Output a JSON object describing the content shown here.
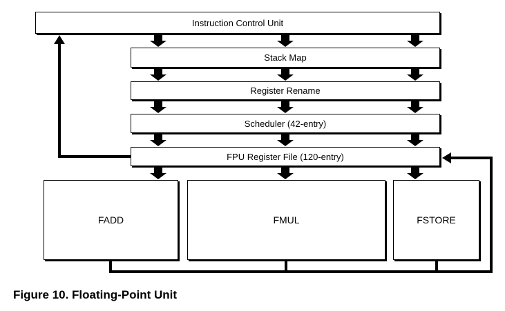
{
  "stages": {
    "icu": "Instruction Control Unit",
    "stack_map": "Stack Map",
    "register_rename": "Register Rename",
    "scheduler": "Scheduler (42-entry)",
    "register_file": "FPU Register File (120-entry)"
  },
  "units": {
    "fadd": "FADD",
    "fmul": "FMUL",
    "fstore": "FSTORE"
  },
  "caption": "Figure 10.  Floating-Point Unit",
  "colors": {
    "line": "#000000",
    "box_fill": "#ffffff"
  }
}
